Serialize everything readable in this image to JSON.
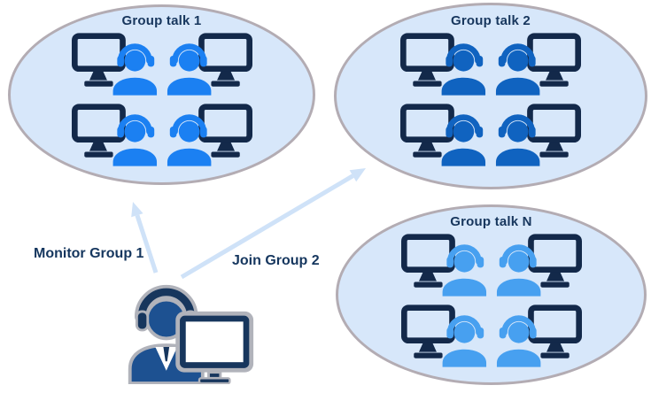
{
  "diagram": {
    "groups": [
      {
        "title": "Group talk 1",
        "members": 4,
        "person_color": "#1b80f2"
      },
      {
        "title": "Group talk 2",
        "members": 4,
        "person_color": "#1063c0"
      },
      {
        "title": "Group talk N",
        "members": 4,
        "person_color": "#47a0f0"
      }
    ],
    "operator": {
      "icon": "operator-with-headset-and-monitor"
    },
    "arrows": [
      {
        "label": "Monitor Group 1",
        "from": "operator",
        "to": "Group talk 1"
      },
      {
        "label": "Join Group 2",
        "from": "operator",
        "to": "Group talk 2"
      }
    ],
    "colors": {
      "background": "#ffffff",
      "ellipse_fill": "#d7e7fa",
      "ellipse_border": "#b3acb3",
      "monitor_navy": "#13294a",
      "title_text": "#17365d",
      "label_text": "#15365e",
      "arrow": "#cfe2f8",
      "operator_suit": "#1d5191",
      "operator_navy": "#17365d",
      "operator_outline": "#b1b3bb"
    }
  }
}
